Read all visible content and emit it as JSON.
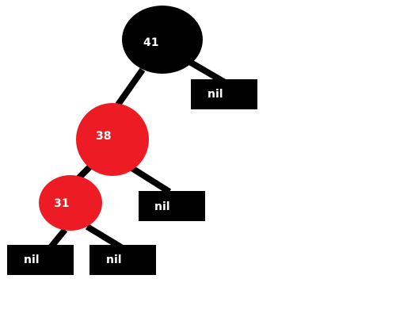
{
  "tree": {
    "nodes": [
      {
        "id": "n41",
        "label": "41",
        "color": "black"
      },
      {
        "id": "n38",
        "label": "38",
        "color": "red"
      },
      {
        "id": "n31",
        "label": "31",
        "color": "red"
      }
    ],
    "nil_leaves": [
      {
        "id": "nil41r",
        "label": "nil"
      },
      {
        "id": "nil38r",
        "label": "nil"
      },
      {
        "id": "nil31l",
        "label": "nil"
      },
      {
        "id": "nil31r",
        "label": "nil"
      }
    ],
    "edges": [
      {
        "from": "n41",
        "to": "n38"
      },
      {
        "from": "n41",
        "to": "nil41r"
      },
      {
        "from": "n38",
        "to": "n31"
      },
      {
        "from": "n38",
        "to": "nil38r"
      },
      {
        "from": "n31",
        "to": "nil31l"
      },
      {
        "from": "n31",
        "to": "nil31r"
      }
    ]
  },
  "colors": {
    "black": "#000000",
    "red": "#ed1c24",
    "text": "#ffffff"
  }
}
